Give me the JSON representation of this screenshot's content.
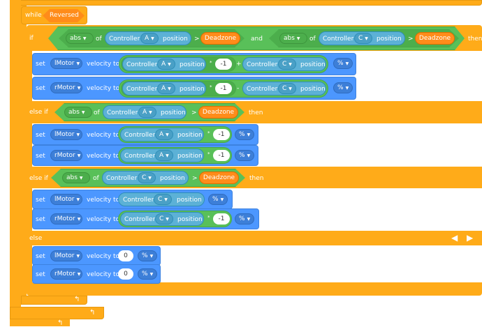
{
  "keywords": {
    "while": "while",
    "if": "if",
    "else_if": "else if",
    "else": "else",
    "then": "then",
    "and": "and",
    "set": "set",
    "velocity_to": "velocity to",
    "of": "of",
    "plus": "+",
    "minus": "-",
    "times": "*",
    "gt": ">"
  },
  "values": {
    "reversed": "Reversed",
    "deadzone": "Deadzone",
    "abs": "abs",
    "controller": "Controller",
    "position": "position",
    "lmotor": "lMotor",
    "rmotor": "rMotor",
    "axis_a": "A",
    "axis_c": "C",
    "neg_one": "-1",
    "zero": "0",
    "percent": "%"
  },
  "icons": {
    "dropdown": "▼",
    "loop_end": "↰",
    "remove_else": "◀",
    "add_else": "▶"
  },
  "colors": {
    "control": "#ffab19",
    "motion": "#4c97ff",
    "operator": "#59c059",
    "sensing": "#5cb1d6",
    "variable": "#ff8c1a"
  }
}
